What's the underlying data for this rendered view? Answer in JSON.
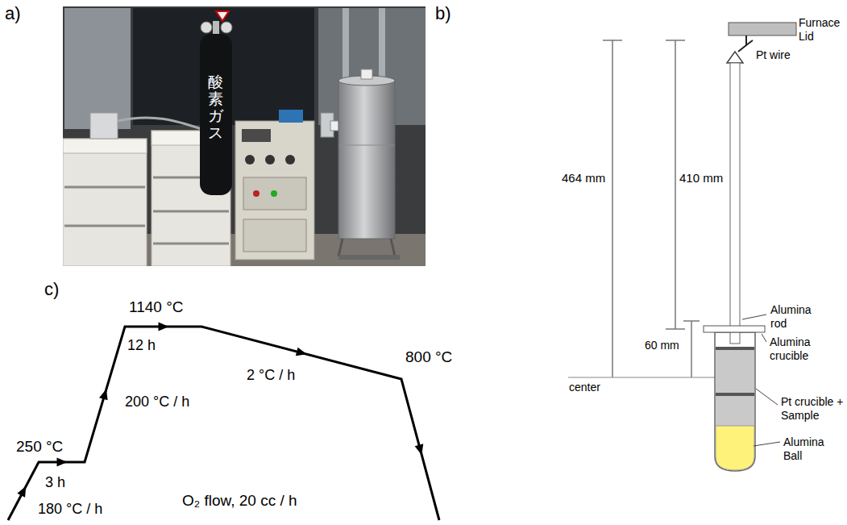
{
  "diagram": {
    "labels": [
      "a)",
      "酸素ガス",
      "b)",
      "Furnace Lid",
      "Pt wire",
      "464 mm",
      "410 mm",
      "60 mm",
      "center",
      "Alumina rod",
      "Alumina crucible",
      "Pt crucible + Sample",
      "Alumina Ball",
      "c)",
      "1140 °C",
      "12 h",
      "2 °C / h",
      "800 °C",
      "250 °C",
      "3 h",
      "200 °C / h",
      "180 °C / h",
      "O₂ flow, 20 cc / h"
    ]
  }
}
